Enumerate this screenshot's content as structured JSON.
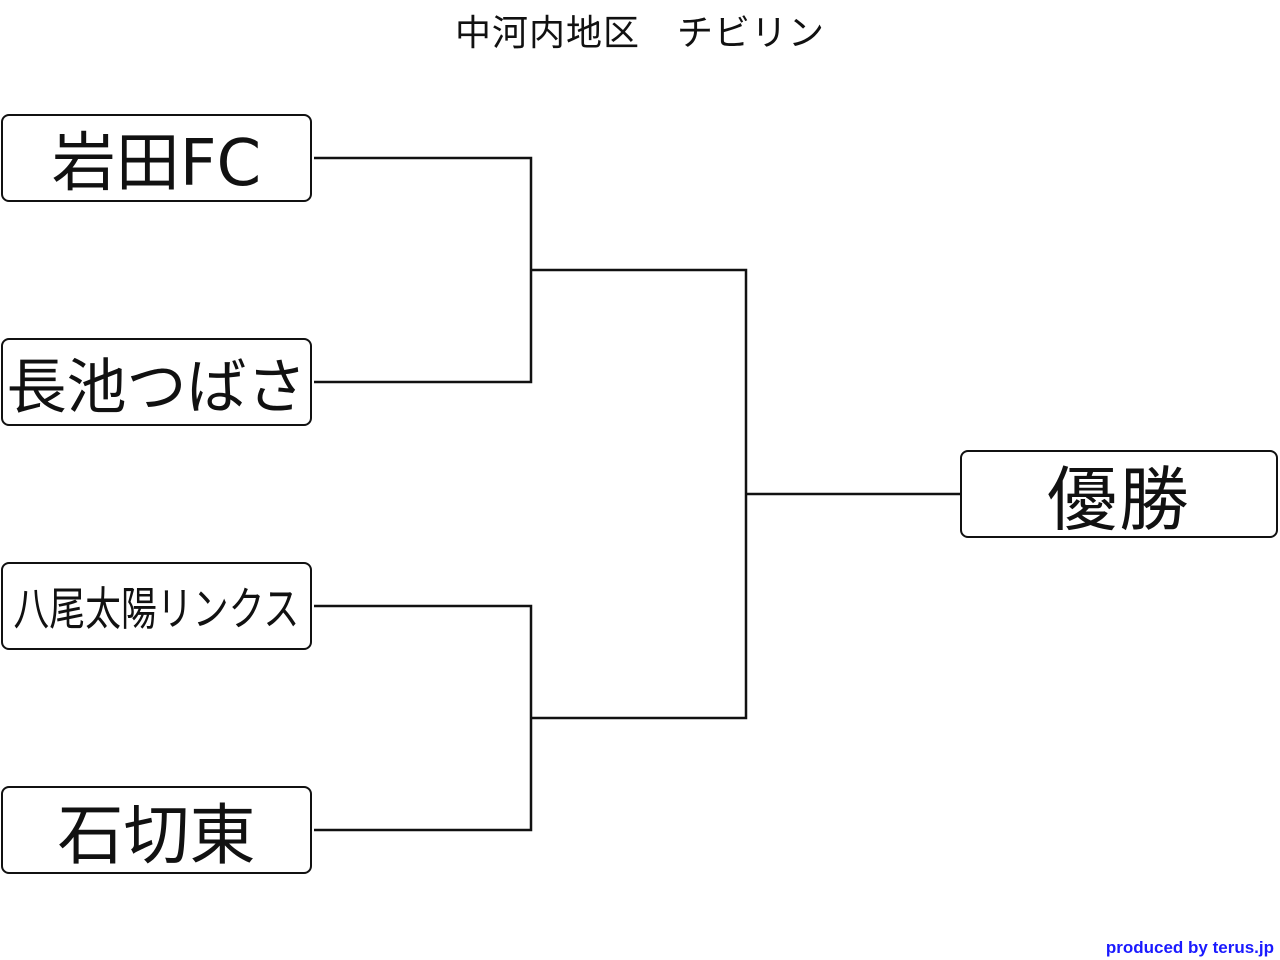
{
  "title": "中河内地区　チビリン",
  "teams": [
    {
      "name": "岩田FC"
    },
    {
      "name": "長池つばさ"
    },
    {
      "name": "八尾太陽リンクス"
    },
    {
      "name": "石切東"
    }
  ],
  "winner_label": "優勝",
  "credit": "produced by terus.jp",
  "colors": {
    "line": "#111111",
    "credit": "#1a1aff"
  }
}
